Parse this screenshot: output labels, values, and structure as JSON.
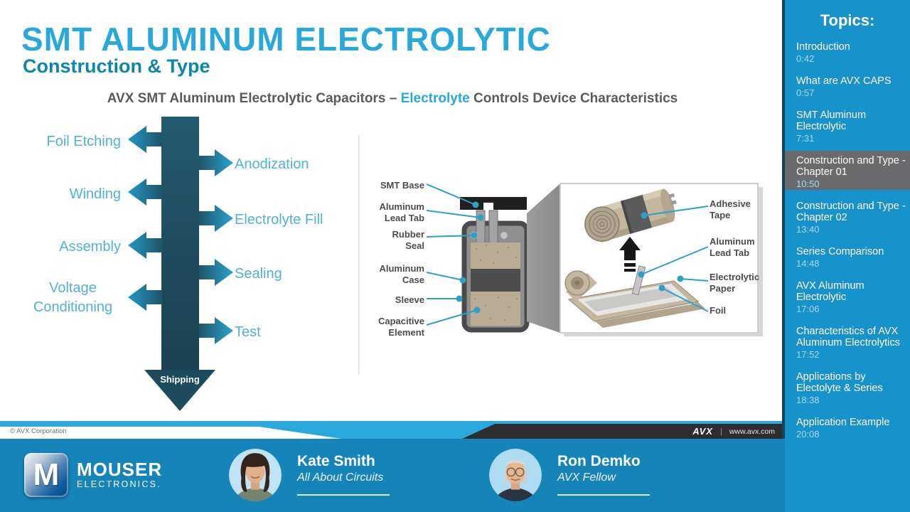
{
  "colors": {
    "accent": "#29a8dc",
    "dark_teal": "#1d4a5c",
    "sidebar_blue": "#1792cb",
    "footer_blue": "#1584b9",
    "active_item": "#6b6b6d",
    "label_blue": "#4fb2d9"
  },
  "slide": {
    "title": "SMT ALUMINUM ELECTROLYTIC",
    "subtitle": "Construction & Type",
    "headline": {
      "prefix": "AVX SMT Aluminum Electrolytic Capacitors – ",
      "highlight": "Electrolyte",
      "suffix": " Controls Device Characteristics"
    },
    "flow": {
      "left_steps": [
        "Foil Etching",
        "Winding",
        "Assembly",
        "Voltage\nConditioning"
      ],
      "right_steps": [
        "Anodization",
        "Electrolyte Fill",
        "Sealing",
        "Test"
      ],
      "end_step": "Shipping"
    },
    "diagram": {
      "left_labels": [
        "SMT Base",
        "Aluminum\nLead Tab",
        "Rubber\nSeal",
        "Aluminum\nCase",
        "Sleeve",
        "Capacitive\nElement"
      ],
      "inset_labels": [
        "Adhesive\nTape",
        "Aluminum\nLead Tab",
        "Electrolytic\nPaper",
        "Foil"
      ]
    },
    "copyright": "© AVX Corporation",
    "brand_bar": {
      "logo": "AVX",
      "divider": "|",
      "url": "www.avx.com"
    }
  },
  "sidebar": {
    "title": "Topics:",
    "items": [
      {
        "label": "Introduction",
        "time": "0:42"
      },
      {
        "label": "What are AVX CAPS",
        "time": "0:57"
      },
      {
        "label": "SMT Aluminum Electrolytic",
        "time": "7:31"
      },
      {
        "label": "Construction and Type - Chapter 01",
        "time": "10:50",
        "active": true
      },
      {
        "label": "Construction and Type - Chapter 02",
        "time": "13:40"
      },
      {
        "label": "Series Comparison",
        "time": "14:48"
      },
      {
        "label": "AVX Aluminum Electrolytic",
        "time": "17:06"
      },
      {
        "label": "Characteristics of AVX Aluminum Electrolytics",
        "time": "17:52"
      },
      {
        "label": "Applications by Electolyte & Series",
        "time": "18:38"
      },
      {
        "label": "Application Example",
        "time": "20:08"
      }
    ]
  },
  "footer": {
    "brand": {
      "mark": "M",
      "name": "MOUSER",
      "sub": "ELECTRONICS."
    },
    "presenters": [
      {
        "name": "Kate Smith",
        "role": "All About Circuits"
      },
      {
        "name": "Ron Demko",
        "role": "AVX Fellow"
      }
    ]
  }
}
